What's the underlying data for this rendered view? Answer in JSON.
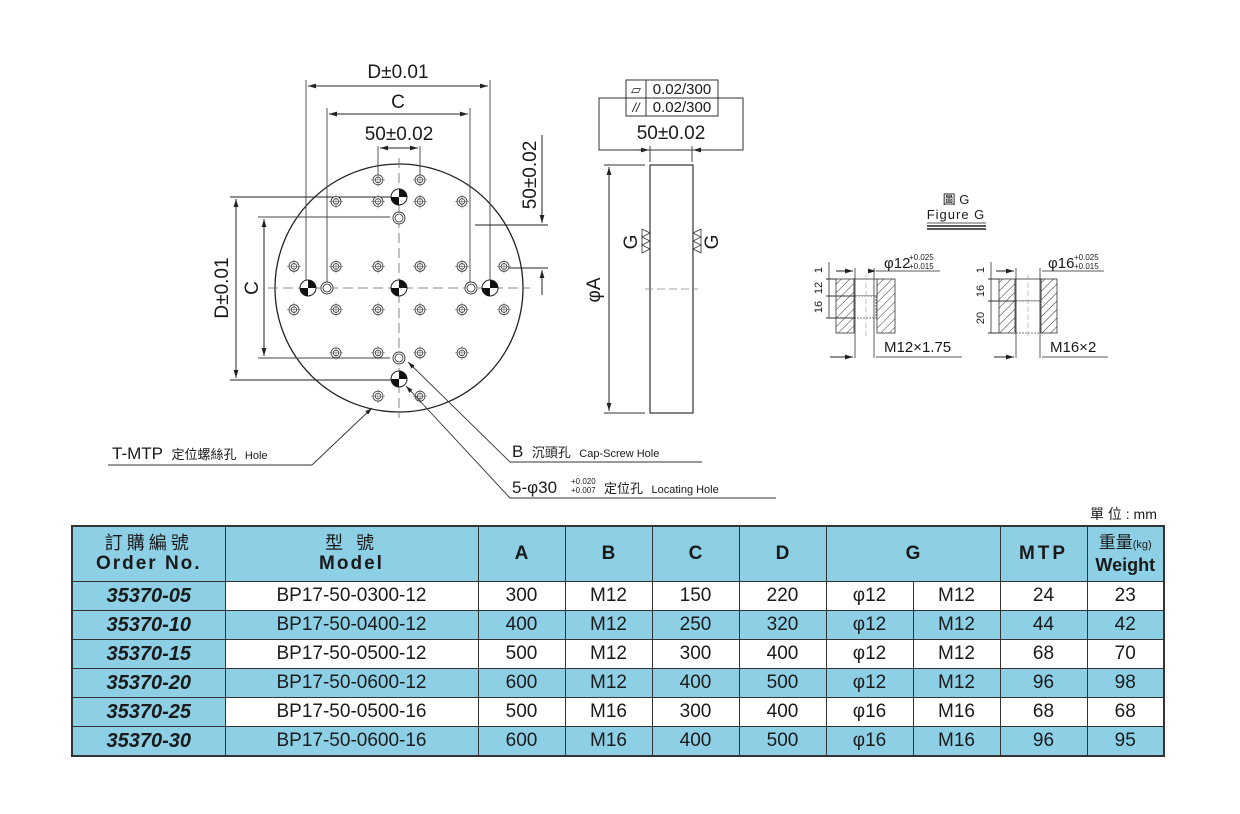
{
  "drawing": {
    "top_view": {
      "dim_D_horizontal": "D±0.01",
      "dim_C_horizontal": "C",
      "dim_pitch_horizontal": "50±0.02",
      "dim_pitch_vertical": "50±0.02",
      "dim_D_vertical": "D±0.01",
      "dim_C_vertical": "C"
    },
    "side_view": {
      "flatness_symbol": "▱",
      "flatness_value": "0.02/300",
      "parallelism_symbol": "//",
      "parallelism_value": "0.02/300",
      "thickness": "50±0.02",
      "diameter": "φA",
      "surface_finish_left": "G",
      "surface_finish_right": "G"
    },
    "figure_g": {
      "title_zh": "圖 G",
      "title_en": "Figure G",
      "left": {
        "bore": "φ12",
        "tol_upper": "+0.025",
        "tol_lower": "+0.015",
        "dim_top": "1",
        "dim_counterbore": "12",
        "dim_thread": "16",
        "thread": "M12×1.75"
      },
      "right": {
        "bore": "φ16",
        "tol_upper": "+0.025",
        "tol_lower": "+0.015",
        "dim_top": "1",
        "dim_counterbore": "16",
        "dim_thread": "20",
        "thread": "M16×2"
      }
    },
    "callouts": {
      "tmtp_code": "T-MTP",
      "tmtp_zh": "定位螺絲孔",
      "tmtp_en": "Hole",
      "b_code": "B",
      "b_zh": "沉頭孔",
      "b_en": "Cap-Screw Hole",
      "loc_code": "5-φ30",
      "loc_tol_upper": "+0.020",
      "loc_tol_lower": "+0.007",
      "loc_zh": "定位孔",
      "loc_en": "Locating Hole"
    }
  },
  "unit_label": "單 位 : mm",
  "table": {
    "headers": {
      "order_zh": "訂購編號",
      "order_en": "Order No.",
      "model_zh": "型 號",
      "model_en": "Model",
      "a": "A",
      "b": "B",
      "c": "C",
      "d": "D",
      "g": "G",
      "mtp": "MTP",
      "weight_zh": "重量",
      "weight_unit": "(kg)",
      "weight_en": "Weight"
    },
    "rows": [
      {
        "order": "35370-05",
        "model": "BP17-50-0300-12",
        "a": "300",
        "b": "M12",
        "c": "150",
        "d": "220",
        "g1": "φ12",
        "g2": "M12",
        "mtp": "24",
        "weight": "23"
      },
      {
        "order": "35370-10",
        "model": "BP17-50-0400-12",
        "a": "400",
        "b": "M12",
        "c": "250",
        "d": "320",
        "g1": "φ12",
        "g2": "M12",
        "mtp": "44",
        "weight": "42"
      },
      {
        "order": "35370-15",
        "model": "BP17-50-0500-12",
        "a": "500",
        "b": "M12",
        "c": "300",
        "d": "400",
        "g1": "φ12",
        "g2": "M12",
        "mtp": "68",
        "weight": "70"
      },
      {
        "order": "35370-20",
        "model": "BP17-50-0600-12",
        "a": "600",
        "b": "M12",
        "c": "400",
        "d": "500",
        "g1": "φ12",
        "g2": "M12",
        "mtp": "96",
        "weight": "98"
      },
      {
        "order": "35370-25",
        "model": "BP17-50-0500-16",
        "a": "500",
        "b": "M16",
        "c": "300",
        "d": "400",
        "g1": "φ16",
        "g2": "M16",
        "mtp": "68",
        "weight": "68"
      },
      {
        "order": "35370-30",
        "model": "BP17-50-0600-16",
        "a": "600",
        "b": "M16",
        "c": "400",
        "d": "500",
        "g1": "φ16",
        "g2": "M16",
        "mtp": "96",
        "weight": "95"
      }
    ]
  },
  "colors": {
    "header_fill": "#8dd0e6",
    "border": "#333333"
  }
}
